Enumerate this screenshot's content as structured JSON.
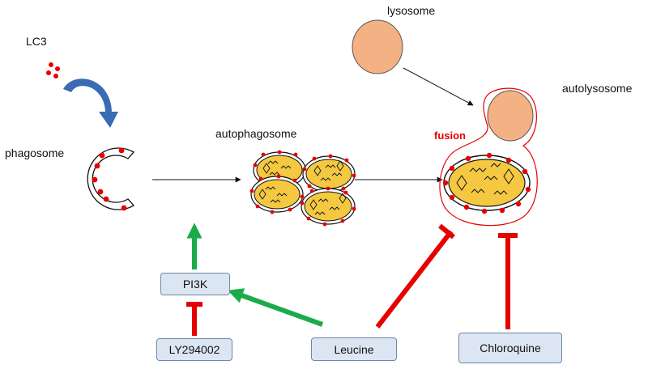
{
  "labels": {
    "lc3": "LC3",
    "phagosome": "phagosome",
    "autophagosome": "autophagosome",
    "lysosome": "lysosome",
    "autolysosome": "autolysosome",
    "fusion": "fusion"
  },
  "boxes": {
    "pi3k": "PI3K",
    "ly294002": "LY294002",
    "leucine": "Leucine",
    "chloroquine": "Chloroquine"
  },
  "colors": {
    "lysosome_fill": "#f4b183",
    "vesicle_fill": "#f5c842",
    "lc3_dot": "#e60000",
    "activation_arrow": "#1aab4b",
    "inhibition_arrow": "#e60000",
    "curved_arrow": "#3a6bb5"
  }
}
